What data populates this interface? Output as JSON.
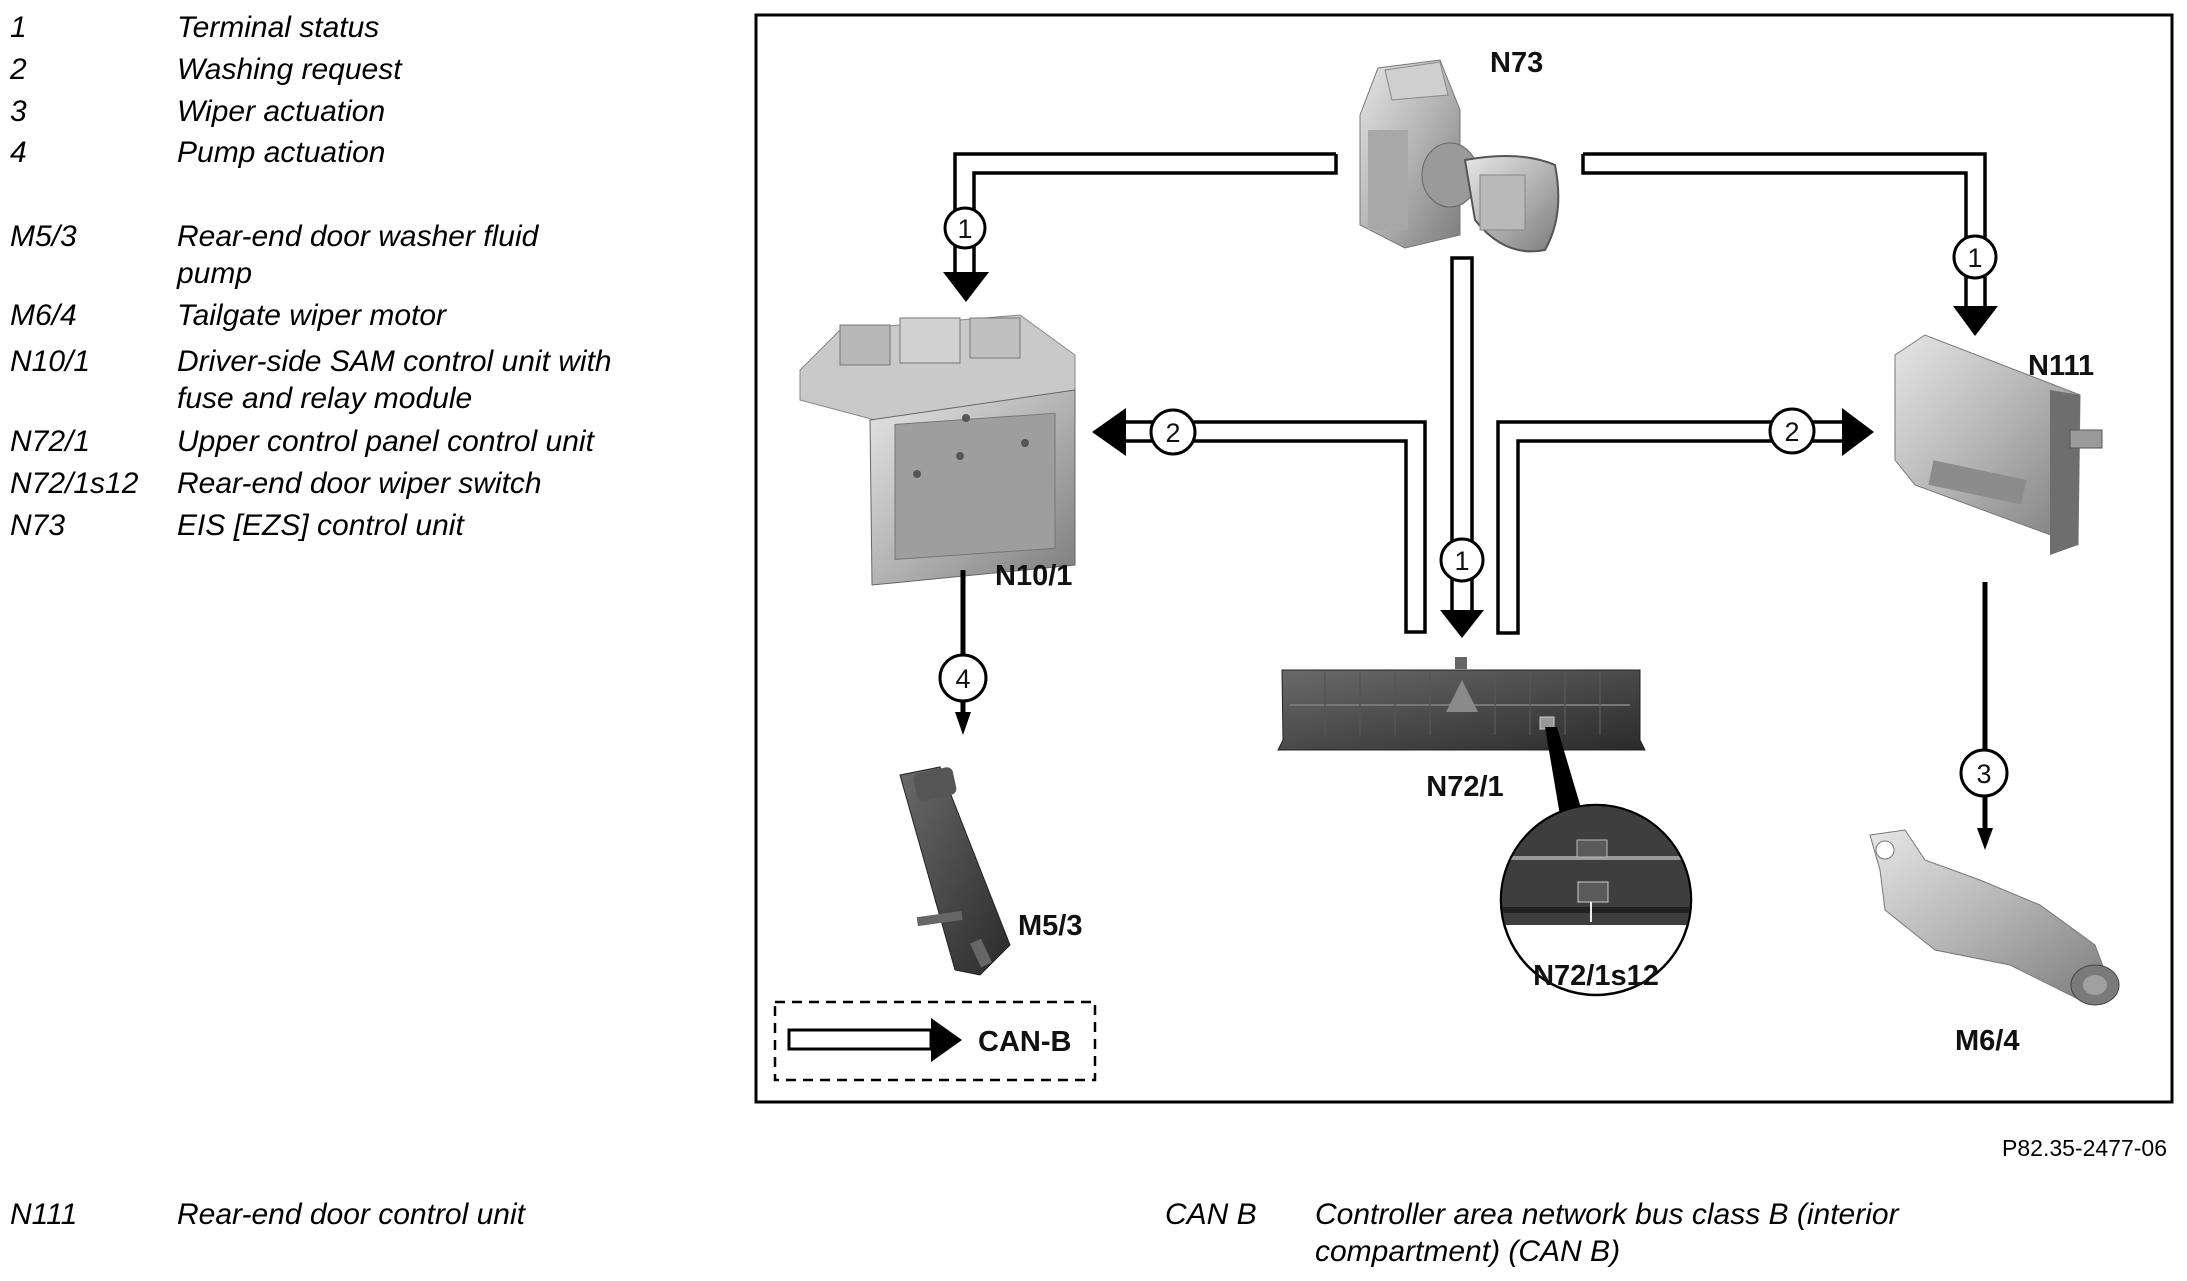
{
  "legend_top": [
    {
      "code": "1",
      "desc": [
        "Terminal status"
      ]
    },
    {
      "code": "2",
      "desc": [
        "Washing request"
      ]
    },
    {
      "code": "3",
      "desc": [
        "Wiper actuation"
      ]
    },
    {
      "code": "4",
      "desc": [
        "Pump actuation"
      ]
    },
    {
      "code": "M5/3",
      "desc": [
        "Rear-end door washer fluid",
        "pump"
      ]
    },
    {
      "code": "M6/4",
      "desc": [
        "Tailgate wiper motor"
      ]
    },
    {
      "code": "N10/1",
      "desc": [
        "Driver-side SAM control unit with",
        "fuse and relay module"
      ]
    },
    {
      "code": "N72/1",
      "desc": [
        "Upper control panel control unit"
      ]
    },
    {
      "code": "N72/1s12",
      "desc": [
        "Rear-end door wiper switch"
      ]
    },
    {
      "code": "N73",
      "desc": [
        "EIS [EZS] control unit"
      ]
    }
  ],
  "legend_bottom": [
    {
      "code": "N111",
      "desc": [
        "Rear-end door control unit"
      ]
    },
    {
      "code": "CAN B",
      "desc": [
        "Controller area network bus class B (interior",
        "compartment) (CAN B)"
      ]
    }
  ],
  "diagram": {
    "components": {
      "n73": "N73",
      "n10_1": "N10/1",
      "n111": "N111",
      "n72_1": "N72/1",
      "n72_1s12": "N72/1s12",
      "m5_3": "M5/3",
      "m6_4": "M6/4"
    },
    "signals": {
      "terminal_status": "1",
      "washing_request": "2",
      "wiper_actuation": "3",
      "pump_actuation": "4"
    },
    "key_label": "CAN-B"
  },
  "reference": "P82.35-2477-06"
}
